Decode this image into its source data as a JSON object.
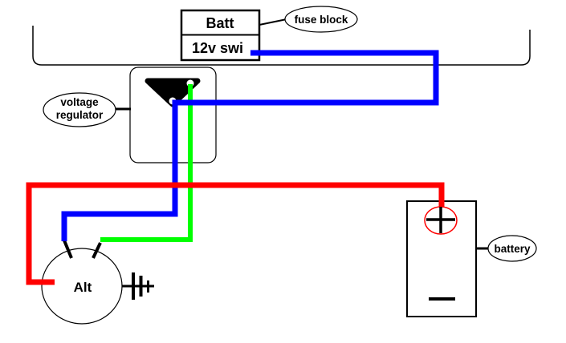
{
  "colors": {
    "background": "#ffffff",
    "outline": "#000000",
    "wire_red": "#ff0000",
    "wire_blue": "#0000ff",
    "wire_green": "#00ff00",
    "battery_positive_ring": "#ff0000"
  },
  "fuse_block": {
    "cell_top": "Batt",
    "cell_bottom": "12v swi",
    "callout_label": "fuse block"
  },
  "voltage_regulator": {
    "callout_line1": "voltage",
    "callout_line2": "regulator"
  },
  "alternator": {
    "label": "Alt",
    "ground_icon": "ground-symbol-icon"
  },
  "battery": {
    "callout_label": "battery",
    "positive_terminal_icon": "plus-in-circle-icon",
    "negative_terminal_icon": "minus-bar-icon"
  }
}
